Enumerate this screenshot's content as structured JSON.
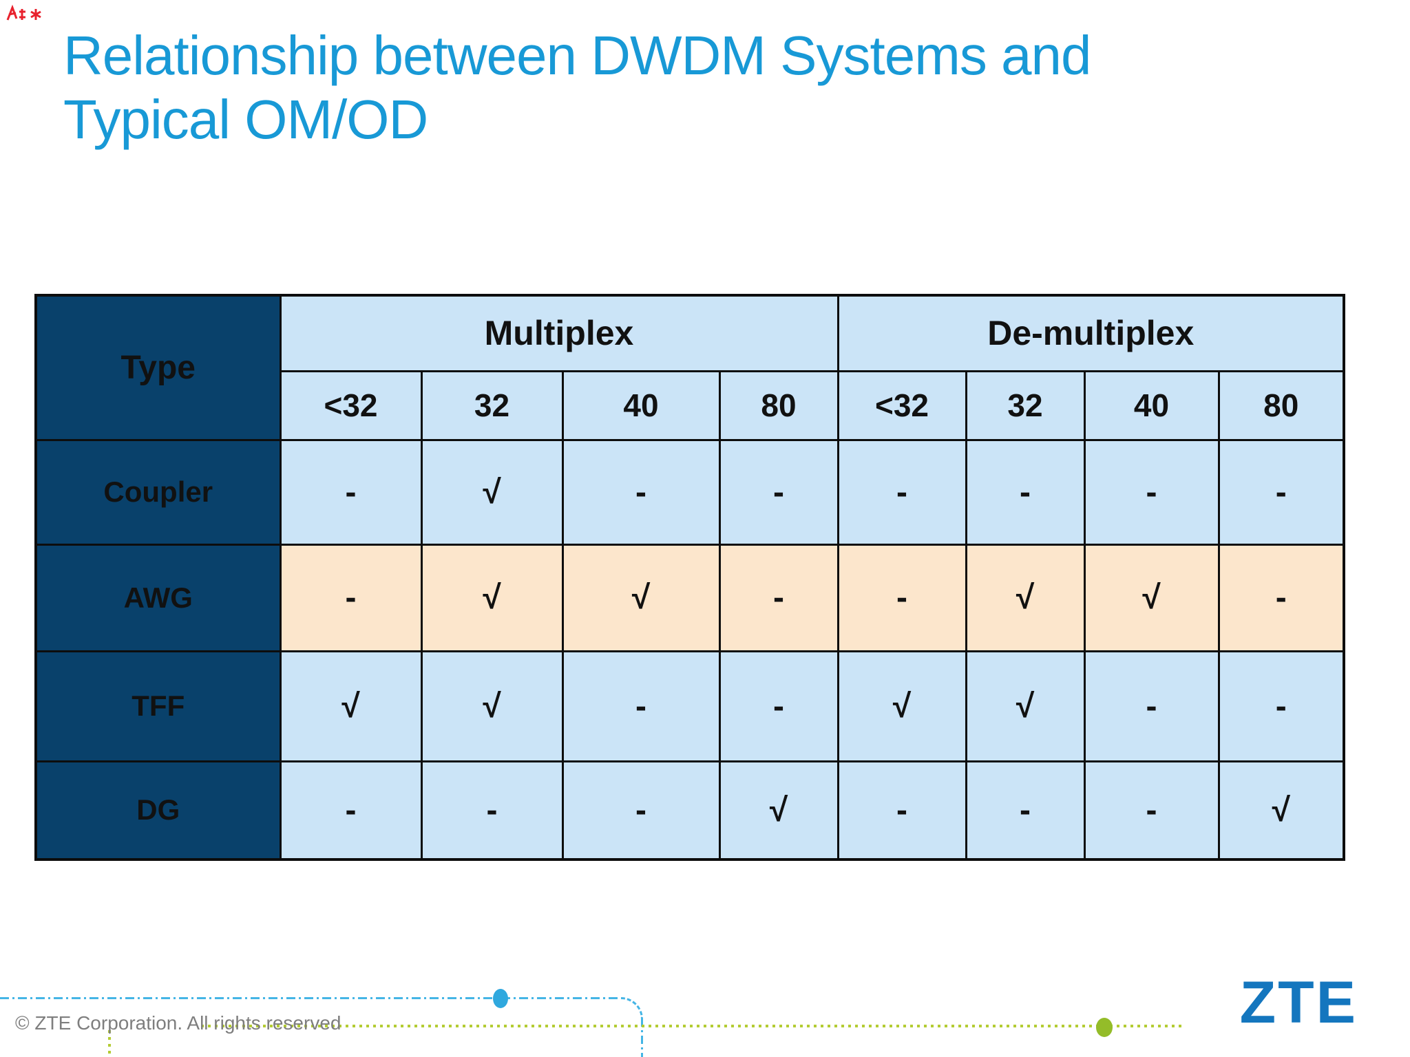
{
  "slide": {
    "title_line1": "Relationship between DWDM Systems and",
    "title_line2": "Typical OM/OD",
    "footer_text": "© ZTE Corporation. All rights reserved",
    "logo_text": "ZTE"
  },
  "table": {
    "corner_label": "Type",
    "groups": [
      {
        "label": "Multiplex",
        "cols": [
          "<32",
          "32",
          "40",
          "80"
        ]
      },
      {
        "label": "De-multiplex",
        "cols": [
          "<32",
          "32",
          "40",
          "80"
        ]
      }
    ],
    "rows": [
      {
        "label": "Coupler",
        "values": [
          "-",
          "√",
          "-",
          "-",
          "-",
          "-",
          "-",
          "-"
        ]
      },
      {
        "label": "AWG",
        "values": [
          "-",
          "√",
          "√",
          "-",
          "-",
          "√",
          "√",
          "-"
        ]
      },
      {
        "label": "TFF",
        "values": [
          "√",
          "√",
          "-",
          "-",
          "√",
          "√",
          "-",
          "-"
        ]
      },
      {
        "label": "DG",
        "values": [
          "-",
          "-",
          "-",
          "√",
          "-",
          "-",
          "-",
          "√"
        ]
      }
    ],
    "symbols": {
      "supported": "√",
      "not_supported": "-"
    }
  },
  "colors": {
    "title_blue": "#1899D6",
    "header_navy": "#09416B",
    "cell_light_blue": "#CBE4F7",
    "awg_row_orange": "#FCE6CC",
    "logo_blue": "#1476BE",
    "dotline_blue": "#45B5E5",
    "dotline_green": "#B4CC33",
    "footer_gray": "#7E7E7E"
  }
}
